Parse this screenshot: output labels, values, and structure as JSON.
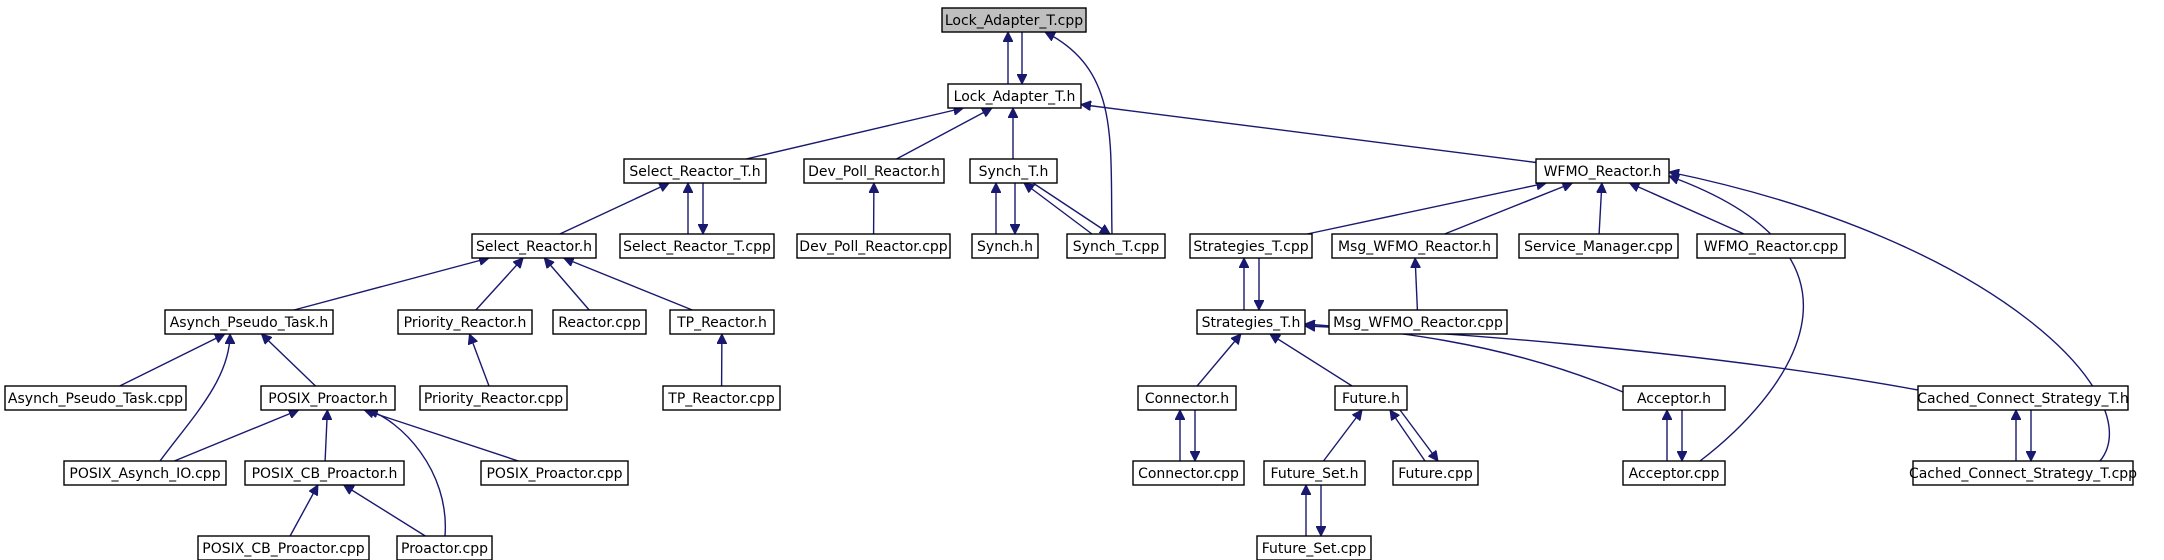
{
  "graph": {
    "nodes": [
      {
        "id": "lock_adapter_t_cpp",
        "label": "Lock_Adapter_T.cpp",
        "highlighted": true
      },
      {
        "id": "lock_adapter_t_h",
        "label": "Lock_Adapter_T.h"
      },
      {
        "id": "select_reactor_t_h",
        "label": "Select_Reactor_T.h"
      },
      {
        "id": "dev_poll_reactor_h",
        "label": "Dev_Poll_Reactor.h"
      },
      {
        "id": "synch_t_h",
        "label": "Synch_T.h"
      },
      {
        "id": "wfmo_reactor_h",
        "label": "WFMO_Reactor.h"
      },
      {
        "id": "select_reactor_h",
        "label": "Select_Reactor.h"
      },
      {
        "id": "select_reactor_t_cpp",
        "label": "Select_Reactor_T.cpp"
      },
      {
        "id": "dev_poll_reactor_cpp",
        "label": "Dev_Poll_Reactor.cpp"
      },
      {
        "id": "synch_h",
        "label": "Synch.h"
      },
      {
        "id": "synch_t_cpp",
        "label": "Synch_T.cpp"
      },
      {
        "id": "strategies_t_cpp",
        "label": "Strategies_T.cpp"
      },
      {
        "id": "msg_wfmo_reactor_h",
        "label": "Msg_WFMO_Reactor.h"
      },
      {
        "id": "service_manager_cpp",
        "label": "Service_Manager.cpp"
      },
      {
        "id": "wfmo_reactor_cpp",
        "label": "WFMO_Reactor.cpp"
      },
      {
        "id": "asynch_pseudo_task_h",
        "label": "Asynch_Pseudo_Task.h"
      },
      {
        "id": "priority_reactor_h",
        "label": "Priority_Reactor.h"
      },
      {
        "id": "reactor_cpp",
        "label": "Reactor.cpp"
      },
      {
        "id": "tp_reactor_h",
        "label": "TP_Reactor.h"
      },
      {
        "id": "strategies_t_h",
        "label": "Strategies_T.h"
      },
      {
        "id": "msg_wfmo_reactor_cpp",
        "label": "Msg_WFMO_Reactor.cpp"
      },
      {
        "id": "asynch_pseudo_task_cpp",
        "label": "Asynch_Pseudo_Task.cpp"
      },
      {
        "id": "posix_proactor_h",
        "label": "POSIX_Proactor.h"
      },
      {
        "id": "priority_reactor_cpp",
        "label": "Priority_Reactor.cpp"
      },
      {
        "id": "tp_reactor_cpp",
        "label": "TP_Reactor.cpp"
      },
      {
        "id": "connector_h",
        "label": "Connector.h"
      },
      {
        "id": "future_h",
        "label": "Future.h"
      },
      {
        "id": "acceptor_h",
        "label": "Acceptor.h"
      },
      {
        "id": "cached_connect_strategy_t_h",
        "label": "Cached_Connect_Strategy_T.h"
      },
      {
        "id": "posix_asynch_io_cpp",
        "label": "POSIX_Asynch_IO.cpp"
      },
      {
        "id": "posix_cb_proactor_h",
        "label": "POSIX_CB_Proactor.h"
      },
      {
        "id": "posix_proactor_cpp",
        "label": "POSIX_Proactor.cpp"
      },
      {
        "id": "connector_cpp",
        "label": "Connector.cpp"
      },
      {
        "id": "future_set_h",
        "label": "Future_Set.h"
      },
      {
        "id": "future_cpp",
        "label": "Future.cpp"
      },
      {
        "id": "acceptor_cpp",
        "label": "Acceptor.cpp"
      },
      {
        "id": "cached_connect_strategy_t_cpp",
        "label": "Cached_Connect_Strategy_T.cpp"
      },
      {
        "id": "posix_cb_proactor_cpp",
        "label": "POSIX_CB_Proactor.cpp"
      },
      {
        "id": "proactor_cpp",
        "label": "Proactor.cpp"
      },
      {
        "id": "future_set_cpp",
        "label": "Future_Set.cpp"
      }
    ],
    "edges": [
      {
        "from": "lock_adapter_t_h",
        "to": "lock_adapter_t_cpp"
      },
      {
        "from": "lock_adapter_t_cpp",
        "to": "lock_adapter_t_h"
      },
      {
        "from": "synch_t_cpp",
        "to": "lock_adapter_t_cpp"
      },
      {
        "from": "select_reactor_t_h",
        "to": "lock_adapter_t_h"
      },
      {
        "from": "dev_poll_reactor_h",
        "to": "lock_adapter_t_h"
      },
      {
        "from": "synch_t_h",
        "to": "lock_adapter_t_h"
      },
      {
        "from": "wfmo_reactor_h",
        "to": "lock_adapter_t_h"
      },
      {
        "from": "select_reactor_h",
        "to": "select_reactor_t_h"
      },
      {
        "from": "select_reactor_t_cpp",
        "to": "select_reactor_t_h"
      },
      {
        "from": "select_reactor_t_h",
        "to": "select_reactor_t_cpp"
      },
      {
        "from": "dev_poll_reactor_cpp",
        "to": "dev_poll_reactor_h"
      },
      {
        "from": "synch_h",
        "to": "synch_t_h"
      },
      {
        "from": "synch_t_h",
        "to": "synch_h"
      },
      {
        "from": "synch_t_cpp",
        "to": "synch_t_h"
      },
      {
        "from": "synch_t_h",
        "to": "synch_t_cpp"
      },
      {
        "from": "strategies_t_cpp",
        "to": "wfmo_reactor_h"
      },
      {
        "from": "msg_wfmo_reactor_h",
        "to": "wfmo_reactor_h"
      },
      {
        "from": "service_manager_cpp",
        "to": "wfmo_reactor_h"
      },
      {
        "from": "wfmo_reactor_cpp",
        "to": "wfmo_reactor_h"
      },
      {
        "from": "acceptor_cpp",
        "to": "wfmo_reactor_h"
      },
      {
        "from": "cached_connect_strategy_t_cpp",
        "to": "wfmo_reactor_h"
      },
      {
        "from": "asynch_pseudo_task_h",
        "to": "select_reactor_h"
      },
      {
        "from": "priority_reactor_h",
        "to": "select_reactor_h"
      },
      {
        "from": "reactor_cpp",
        "to": "select_reactor_h"
      },
      {
        "from": "tp_reactor_h",
        "to": "select_reactor_h"
      },
      {
        "from": "strategies_t_h",
        "to": "strategies_t_cpp"
      },
      {
        "from": "strategies_t_cpp",
        "to": "strategies_t_h"
      },
      {
        "from": "msg_wfmo_reactor_cpp",
        "to": "msg_wfmo_reactor_h"
      },
      {
        "from": "asynch_pseudo_task_cpp",
        "to": "asynch_pseudo_task_h"
      },
      {
        "from": "posix_proactor_h",
        "to": "asynch_pseudo_task_h"
      },
      {
        "from": "posix_asynch_io_cpp",
        "to": "asynch_pseudo_task_h"
      },
      {
        "from": "priority_reactor_cpp",
        "to": "priority_reactor_h"
      },
      {
        "from": "tp_reactor_cpp",
        "to": "tp_reactor_h"
      },
      {
        "from": "connector_h",
        "to": "strategies_t_h"
      },
      {
        "from": "future_h",
        "to": "strategies_t_h"
      },
      {
        "from": "acceptor_h",
        "to": "strategies_t_h"
      },
      {
        "from": "cached_connect_strategy_t_h",
        "to": "strategies_t_h"
      },
      {
        "from": "posix_asynch_io_cpp",
        "to": "posix_proactor_h"
      },
      {
        "from": "posix_cb_proactor_h",
        "to": "posix_proactor_h"
      },
      {
        "from": "posix_proactor_cpp",
        "to": "posix_proactor_h"
      },
      {
        "from": "proactor_cpp",
        "to": "posix_proactor_h"
      },
      {
        "from": "connector_cpp",
        "to": "connector_h"
      },
      {
        "from": "connector_h",
        "to": "connector_cpp"
      },
      {
        "from": "future_set_h",
        "to": "future_h"
      },
      {
        "from": "future_cpp",
        "to": "future_h"
      },
      {
        "from": "future_h",
        "to": "future_cpp"
      },
      {
        "from": "acceptor_cpp",
        "to": "acceptor_h"
      },
      {
        "from": "acceptor_h",
        "to": "acceptor_cpp"
      },
      {
        "from": "cached_connect_strategy_t_cpp",
        "to": "cached_connect_strategy_t_h"
      },
      {
        "from": "cached_connect_strategy_t_h",
        "to": "cached_connect_strategy_t_cpp"
      },
      {
        "from": "posix_cb_proactor_cpp",
        "to": "posix_cb_proactor_h"
      },
      {
        "from": "proactor_cpp",
        "to": "posix_cb_proactor_h"
      },
      {
        "from": "future_set_cpp",
        "to": "future_set_h"
      },
      {
        "from": "future_set_h",
        "to": "future_set_cpp"
      }
    ]
  }
}
